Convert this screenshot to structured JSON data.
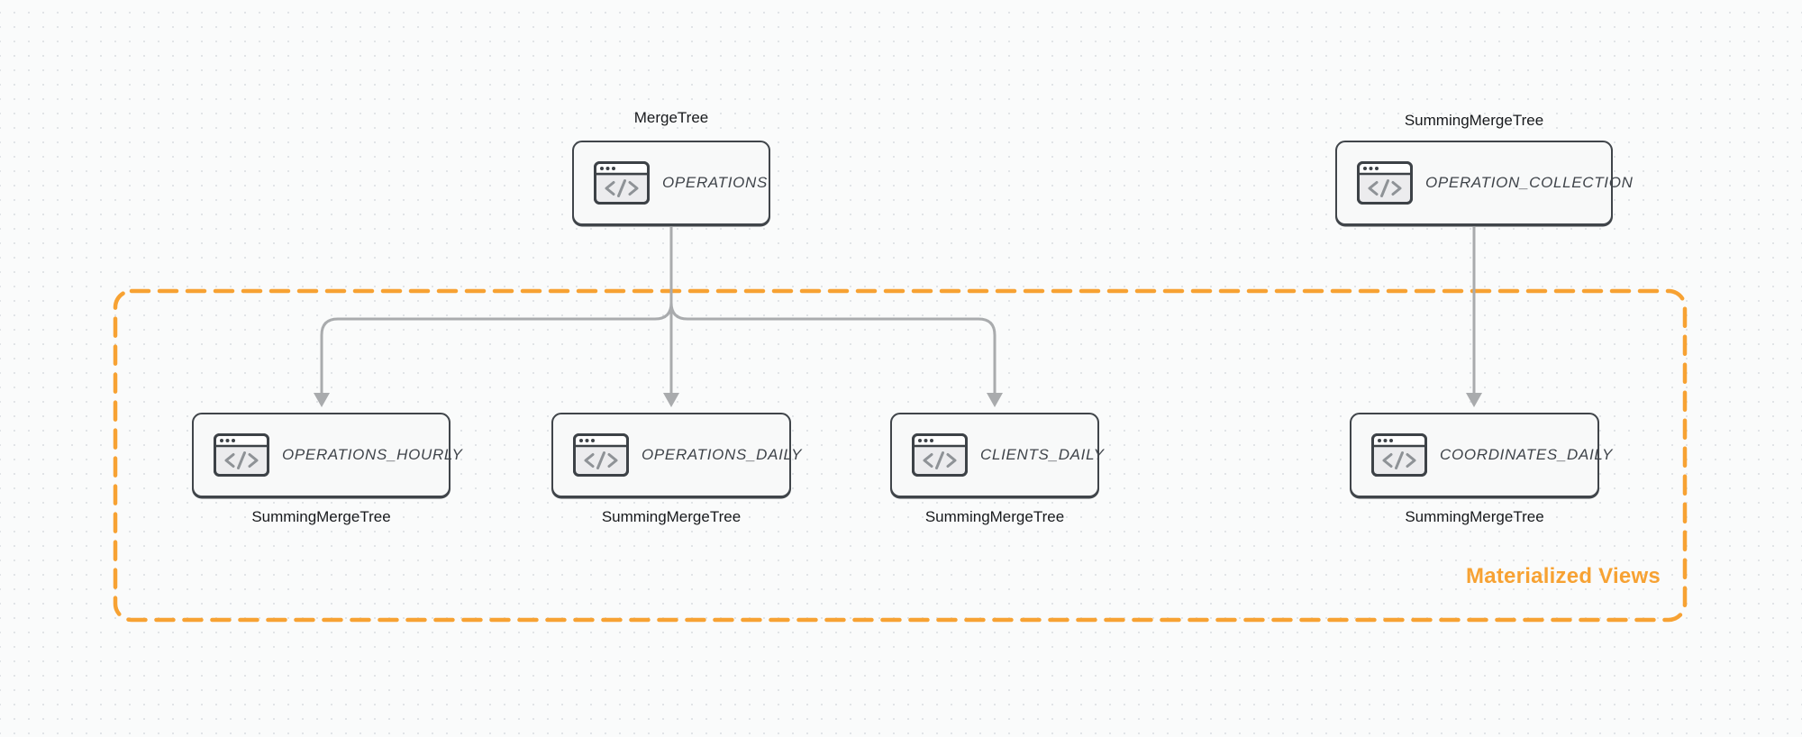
{
  "diagram": {
    "type": "entity-flow-diagram",
    "background": "#fafbfb",
    "dot_grid_color": "#e1e4e7"
  },
  "colors": {
    "node_border": "#40454a",
    "node_fill": "#f8f9f9",
    "node_text": "#3f444a",
    "label_text": "#17191c",
    "arrow": "#a9abad",
    "accent_orange": "#f7a233"
  },
  "group": {
    "label": "Materialized Views"
  },
  "icons": {
    "node_icon": "browser-code-icon"
  },
  "nodes": [
    {
      "id": "operations",
      "title": "OPERATIONS",
      "engine": "MergeTree",
      "engine_label_position": "top"
    },
    {
      "id": "operation-collection",
      "title": "OPERATION_COLLECTION",
      "engine": "SummingMergeTree",
      "engine_label_position": "top"
    },
    {
      "id": "operations-hourly",
      "title": "OPERATIONS_HOURLY",
      "engine": "SummingMergeTree",
      "engine_label_position": "bottom"
    },
    {
      "id": "operations-daily",
      "title": "OPERATIONS_DAILY",
      "engine": "SummingMergeTree",
      "engine_label_position": "bottom"
    },
    {
      "id": "clients-daily",
      "title": "CLIENTS_DAILY",
      "engine": "SummingMergeTree",
      "engine_label_position": "bottom"
    },
    {
      "id": "coordinates-daily",
      "title": "COORDINATES_DAILY",
      "engine": "SummingMergeTree",
      "engine_label_position": "bottom"
    }
  ],
  "edges": [
    {
      "from": "OPERATIONS",
      "to": "OPERATIONS_HOURLY"
    },
    {
      "from": "OPERATIONS",
      "to": "OPERATIONS_DAILY"
    },
    {
      "from": "OPERATIONS",
      "to": "CLIENTS_DAILY"
    },
    {
      "from": "OPERATION_COLLECTION",
      "to": "COORDINATES_DAILY"
    }
  ]
}
